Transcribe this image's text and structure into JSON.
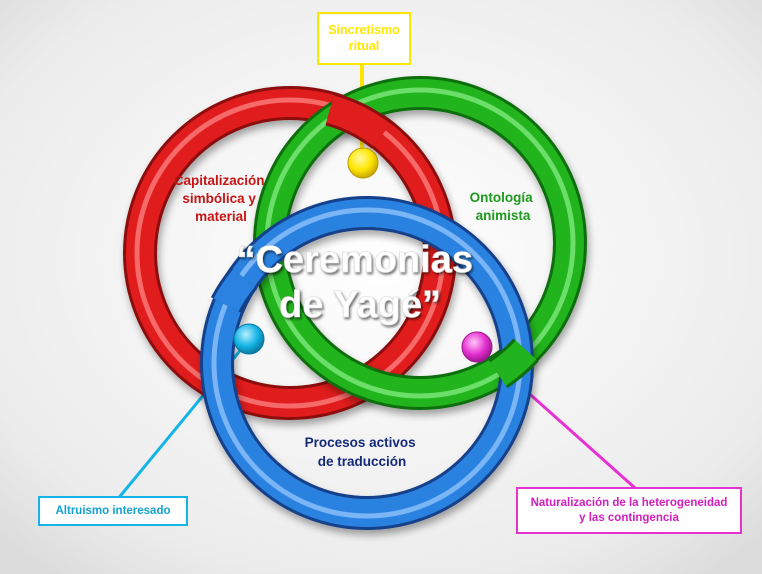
{
  "colors": {
    "red_ring": "#e01e1e",
    "green_ring": "#22b41e",
    "blue_ring": "#2b82e0",
    "yellow": "#ffe600",
    "cyan": "#14b4e6",
    "magenta": "#e632d2",
    "red_text": "#c81414",
    "green_text": "#1e9a1e",
    "navy_text": "#142a78"
  },
  "center_title": {
    "line1": "“Ceremonias",
    "line2": "de Yagé”"
  },
  "rings": {
    "red": {
      "label_lines": [
        "Capitalización",
        "simbólica y",
        "material"
      ]
    },
    "green": {
      "label_lines": [
        "Ontología",
        "animista"
      ]
    },
    "blue": {
      "label_lines": [
        "Procesos activos",
        "de traducción"
      ]
    }
  },
  "callouts": {
    "yellow": {
      "lines": [
        "Sincretismo",
        "ritual"
      ]
    },
    "cyan": {
      "lines": [
        "Altruismo interesado"
      ]
    },
    "magenta": {
      "lines": [
        "Naturalización de la heterogeneidad",
        "y las contingencia"
      ]
    }
  }
}
